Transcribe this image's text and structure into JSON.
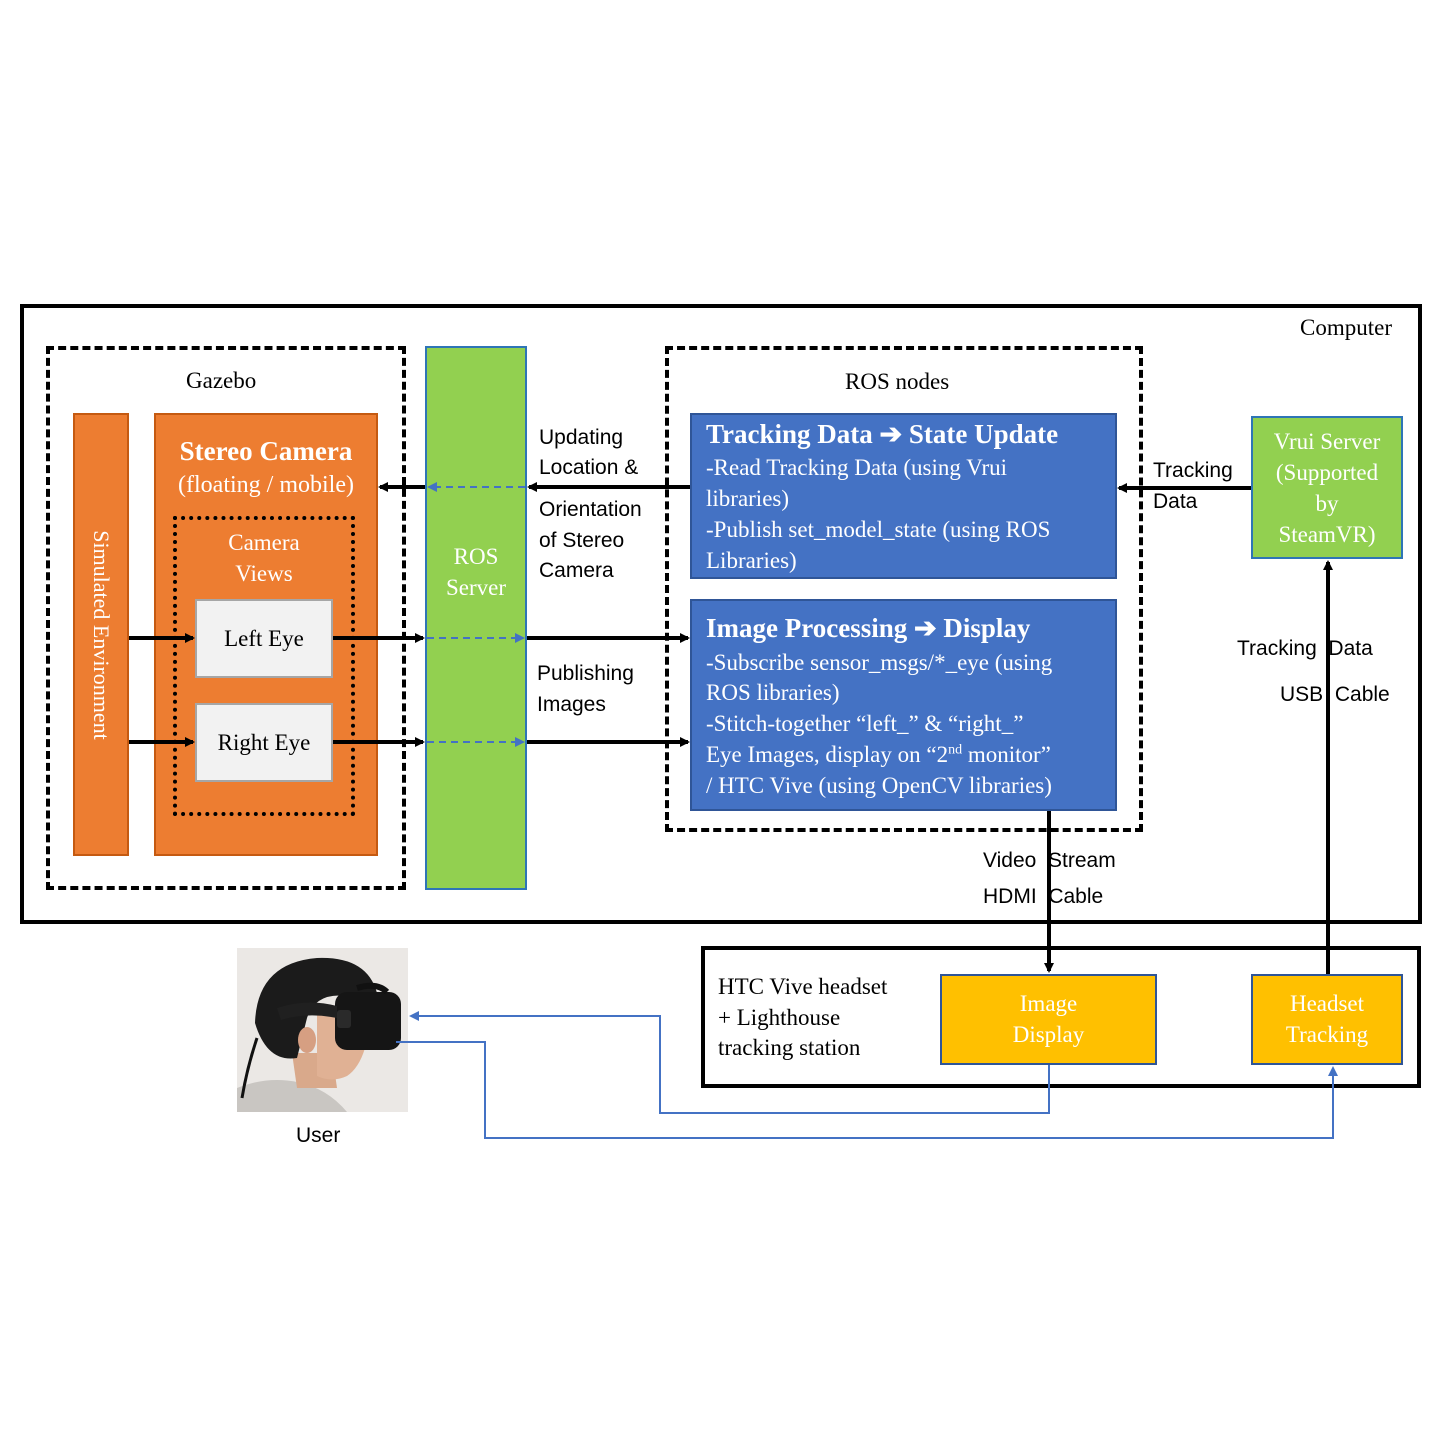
{
  "computer": {
    "label": "Computer"
  },
  "gazebo": {
    "label": "Gazebo",
    "simulated_environment": "Simulated Environment",
    "stereo_camera": {
      "title": "Stereo Camera",
      "subtitle": "(floating / mobile)"
    },
    "camera_views": {
      "label_line1": "Camera",
      "label_line2": "Views"
    },
    "left_eye": "Left Eye",
    "right_eye": "Right Eye"
  },
  "ros_server": {
    "line1": "ROS",
    "line2": "Server"
  },
  "ros_nodes": {
    "label": "ROS nodes",
    "tracking_node": {
      "title": "Tracking Data ➔ State Update",
      "lines": [
        "-Read Tracking Data (using Vrui",
        "libraries)",
        "-Publish set_model_state (using  ROS",
        "Libraries)"
      ]
    },
    "image_node": {
      "title": "Image Processing ➔ Display",
      "lines": [
        "-Subscribe sensor_msgs/*_eye (using",
        "ROS libraries)",
        "-Stitch-together “left_” & “right_”"
      ],
      "line4_before": "Eye Images, display on “2",
      "line4_sup": "nd",
      "line4_after": " monitor”",
      "line5": "/ HTC Vive (using OpenCV libraries)"
    }
  },
  "vrui_server": {
    "lines": [
      "Vrui Server",
      "(Supported",
      "by",
      "SteamVR)"
    ]
  },
  "edge_labels": {
    "updating": [
      "Updating",
      "Location &",
      "Orientation",
      "of Stereo",
      "Camera"
    ],
    "publishing": [
      "Publishing",
      "Images"
    ],
    "tracking_data": [
      "Tracking",
      "Data"
    ],
    "tracking_usb": [
      "Tracking  Data",
      "USB  Cable"
    ],
    "video_hdmi": [
      "Video  Stream",
      "HDMI  Cable"
    ]
  },
  "htc": {
    "label_lines": [
      "HTC Vive headset",
      "+ Lighthouse",
      "tracking station"
    ],
    "image_display": [
      "Image",
      "Display"
    ],
    "headset_tracking": [
      "Headset",
      "Tracking"
    ]
  },
  "user": {
    "label": "User"
  },
  "colors": {
    "gazebo_orange": "#ED7D31",
    "ros_green": "#92D050",
    "node_blue": "#4472C4",
    "vive_yellow": "#FFC000",
    "link_blue": "#4472C4"
  }
}
